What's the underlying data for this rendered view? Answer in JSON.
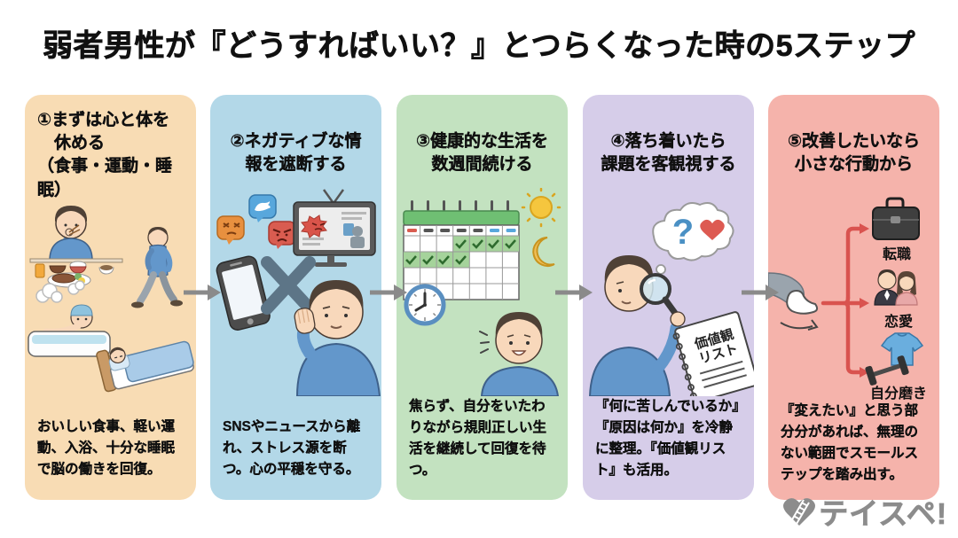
{
  "title": "弱者男性が『どうすればいい？』とつらくなった時の5ステップ",
  "arrow_color": "#8a8a8a",
  "steps": [
    {
      "heading": "①まずは心と体を\n　休める\n（食事・運動・睡眠）",
      "body": "おいしい食事、軽い運動、入浴、十分な睡眠で脳の働きを回復。",
      "bg": "#f8dcb4"
    },
    {
      "heading": "②ネガティブな情\n報を遮断する",
      "body": "SNSやニュースから離れ、ストレス源を断つ。心の平穏を守る。",
      "bg": "#b3d8e8"
    },
    {
      "heading": "③健康的な生活を\n数週間続ける",
      "body": "焦らず、自分をいたわりながら規則正しい生活を継続して回復を待つ。",
      "bg": "#c3e2c0"
    },
    {
      "heading": "④落ち着いたら\n課題を客観視する",
      "body": "『何に苦しんでいるか』『原因は何か』を冷静に整理。『価値観リスト』も活用。",
      "bg": "#d6cde9",
      "thought_question": "?",
      "notebook_line1": "価値観",
      "notebook_line2": "リスト"
    },
    {
      "heading": "⑤改善したいなら\n小さな行動から",
      "body": "『変えたい』と思う部分分があれば、無理のない範囲でスモールステップを踏み出す。",
      "bg": "#f5b3ab",
      "branches": [
        "転職",
        "恋愛",
        "自分磨き"
      ]
    }
  ],
  "logo": {
    "text": "テイスペ!"
  }
}
